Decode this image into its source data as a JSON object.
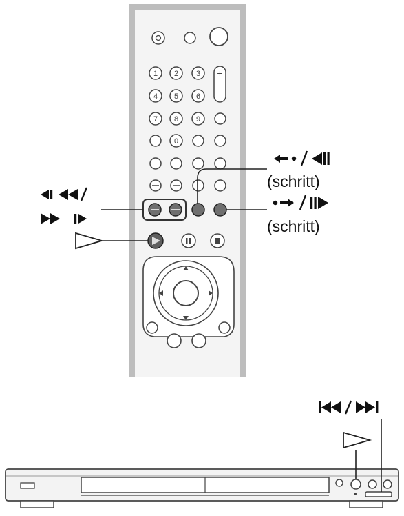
{
  "labels": {
    "step_back_symbol": "←•/◀II",
    "step_back_sub": "(schritt)",
    "step_forward_symbol": "•→/II▶",
    "step_forward_sub": "(schritt)",
    "slow_scan_line1": "◀I ◀◀/",
    "slow_scan_line2": "▶▶ I▶",
    "play_symbol": "▷",
    "prev_next_symbol": "I◀◀/▶▶I",
    "player_play_symbol": "▷"
  },
  "remote": {
    "number_buttons": [
      "1",
      "2",
      "3",
      "4",
      "5",
      "6",
      "7",
      "8",
      "9",
      "0"
    ],
    "volume_plus": "+",
    "volume_minus": "–"
  },
  "colors": {
    "line": "#222222",
    "remote_frame": "#b9b9b9",
    "button_fill": "#ffffff",
    "dark_button": "#6f6f6f"
  }
}
